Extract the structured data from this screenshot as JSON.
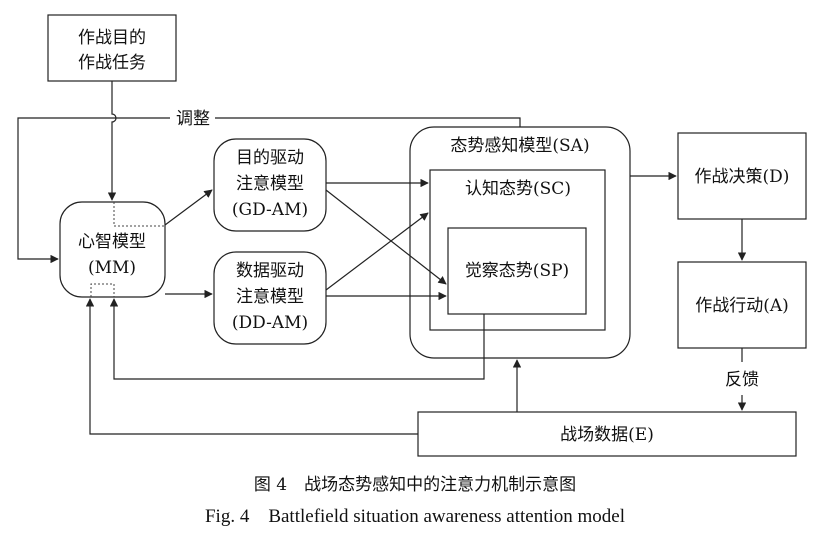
{
  "nodes": {
    "mission": {
      "line1": "作战目的",
      "line2": "作战任务"
    },
    "mental_model": {
      "line1": "心智模型",
      "line2": "(MM)"
    },
    "gd_am": {
      "line1": "目的驱动",
      "line2": "注意模型",
      "line3": "(GD-AM)"
    },
    "dd_am": {
      "line1": "数据驱动",
      "line2": "注意模型",
      "line3": "(DD-AM)"
    },
    "sa": {
      "label": "态势感知模型(SA)"
    },
    "sc": {
      "label": "认知态势(SC)"
    },
    "sp": {
      "label": "觉察态势(SP)"
    },
    "decision": {
      "label": "作战决策(D)"
    },
    "action": {
      "label": "作战行动(A)"
    },
    "battlefield_data": {
      "label": "战场数据(E)"
    }
  },
  "edge_labels": {
    "adjust": "调整",
    "feedback": "反馈"
  },
  "caption": {
    "cn": "图 4　战场态势感知中的注意力机制示意图",
    "en": "Fig. 4　Battlefield situation awareness attention model"
  }
}
